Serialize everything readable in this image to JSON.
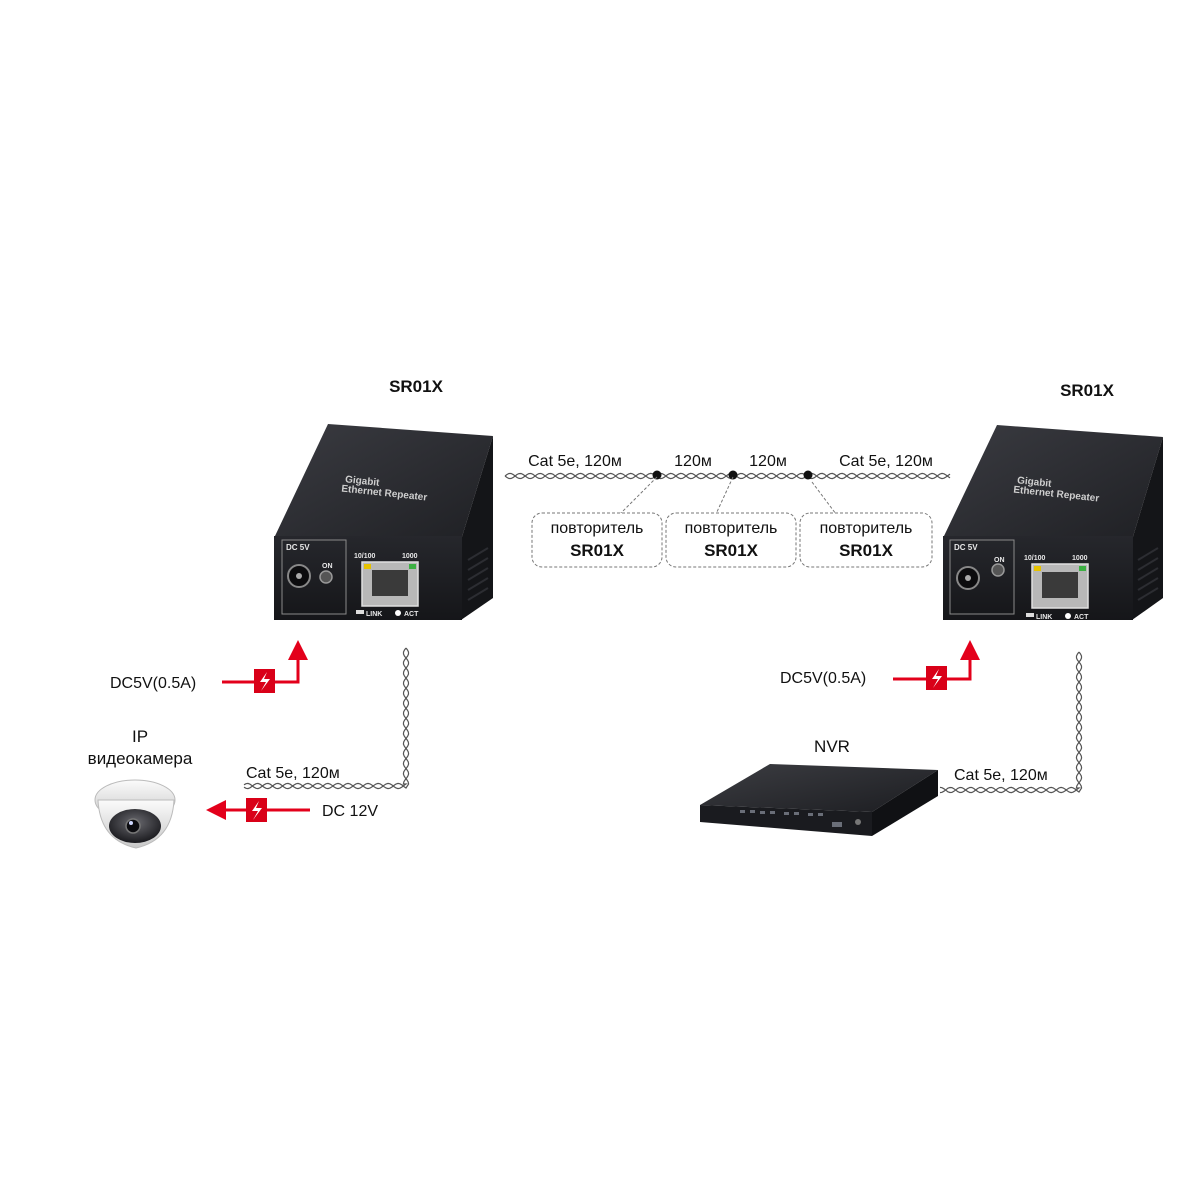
{
  "colors": {
    "device": "#1b1c20",
    "device_top": "#2a2b30",
    "arrow": "#e3001b",
    "cable": "#555555",
    "bubble_border": "#777777"
  },
  "repeater_left": {
    "model": "SR01X",
    "top_label_line1": "Gigabit",
    "top_label_line2": "Ethernet Repeater",
    "dc_label": "DC  5V",
    "on_label": "ON",
    "port_10_100": "10/100",
    "port_1000": "1000",
    "link_label": "LINK",
    "act_label": "ACT"
  },
  "repeater_right": {
    "model": "SR01X",
    "top_label_line1": "Gigabit",
    "top_label_line2": "Ethernet Repeater",
    "dc_label": "DC  5V",
    "on_label": "ON",
    "port_10_100": "10/100",
    "port_1000": "1000",
    "link_label": "LINK",
    "act_label": "ACT"
  },
  "trunk": {
    "segments": [
      "Cat 5e, 120м",
      "120м",
      "120м",
      "Cat 5e, 120м"
    ],
    "repeaters": [
      {
        "line1": "повторитель",
        "line2": "SR01X"
      },
      {
        "line1": "повторитель",
        "line2": "SR01X"
      },
      {
        "line1": "повторитель",
        "line2": "SR01X"
      }
    ]
  },
  "power_left": "DC5V(0.5A)",
  "power_right": "DC5V(0.5A)",
  "camera": {
    "label_line1": "IP",
    "label_line2": "видеокамера",
    "cable": "Cat 5e, 120м",
    "power": "DC 12V"
  },
  "nvr": {
    "label": "NVR",
    "cable": "Cat 5e, 120м"
  }
}
